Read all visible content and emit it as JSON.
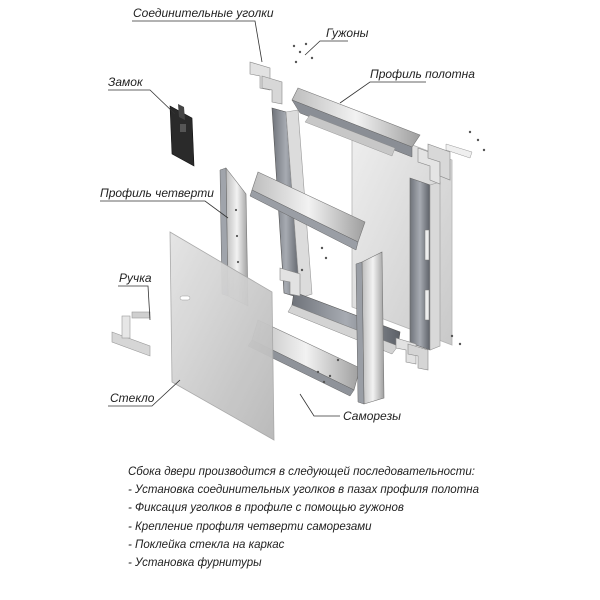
{
  "labels": {
    "corners": "Соединительные уголки",
    "pins": "Гужоны",
    "sash_profile": "Профиль полотна",
    "lock": "Замок",
    "quarter_profile": "Профиль четверти",
    "handle": "Ручка",
    "glass": "Стекло",
    "screws": "Саморезы"
  },
  "instructions": {
    "intro": "Сбока двери производится в следующей последовательности:",
    "steps": [
      "Установка соединительных уголков в пазах профиля полотна",
      "Фиксация уголков в профиле с помощью гужонов",
      "Крепление профиля четверти саморезами",
      "Поклейка стекла на каркас",
      "Установка фурнитуры"
    ]
  }
}
